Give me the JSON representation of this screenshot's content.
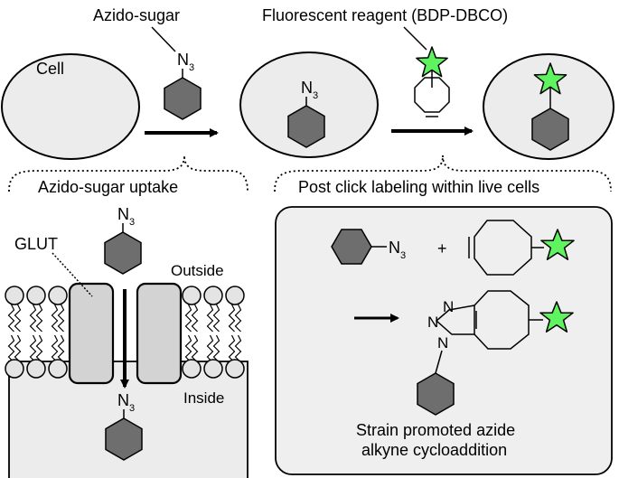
{
  "labels": {
    "cell": "Cell",
    "azido_sugar": "Azido-sugar",
    "fluorescent_reagent": "Fluorescent reagent (BDP-DBCO)",
    "azido_sugar_uptake": "Azido-sugar uptake",
    "post_click_labeling": "Post click labeling within live cells",
    "glut": "GLUT",
    "outside": "Outside",
    "inside": "Inside",
    "spaac_line1": "Strain promoted azide",
    "spaac_line2": "alkyne cycloaddition",
    "plus": "+",
    "atom_N": "N",
    "sub_3": "3"
  },
  "colors": {
    "cell_fill": "#ececec",
    "hexagon_fill": "#6e6e6e",
    "star_fill": "#5ff35f",
    "transporter_fill": "#d3d3d3",
    "lipid_head_fill": "#e4e4e4",
    "inside_fill": "#ececec",
    "panel_fill": "#efefef",
    "stroke": "#000000"
  }
}
